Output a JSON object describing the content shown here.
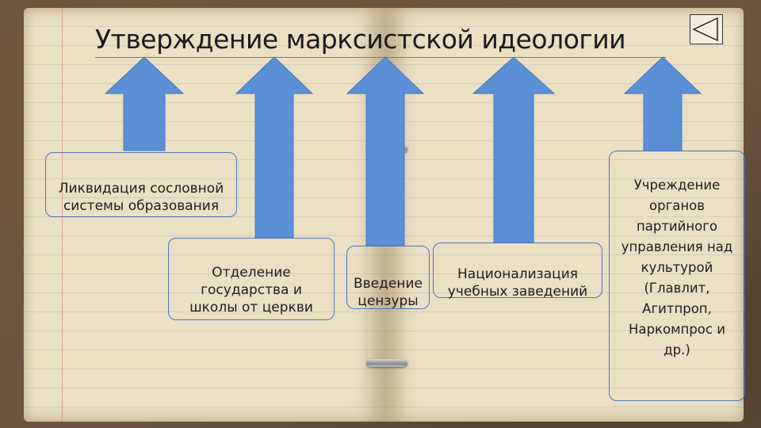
{
  "slide": {
    "title": "Утверждение марксистской идеологии",
    "back_button_icon": "triangle-left-icon",
    "arrow_color": "#5b8fd6",
    "box_border_color": "#4f77b9"
  },
  "boxes": [
    {
      "id": "abolition",
      "text": "Ликвидация сословной\nсистемы образования"
    },
    {
      "id": "separation",
      "text": "Отделение\nгосударства и\nшколы от церкви"
    },
    {
      "id": "censorship",
      "text": "Введение\nцензуры"
    },
    {
      "id": "nationalization",
      "text": "Национализация\nучебных заведений"
    },
    {
      "id": "party-bodies",
      "text": "Учреждение\nорганов\nпартийного\nуправления над\nкультурой\n(Главлит,\nАгитпроп,\nНаркомпрос и\nдр.)"
    }
  ]
}
